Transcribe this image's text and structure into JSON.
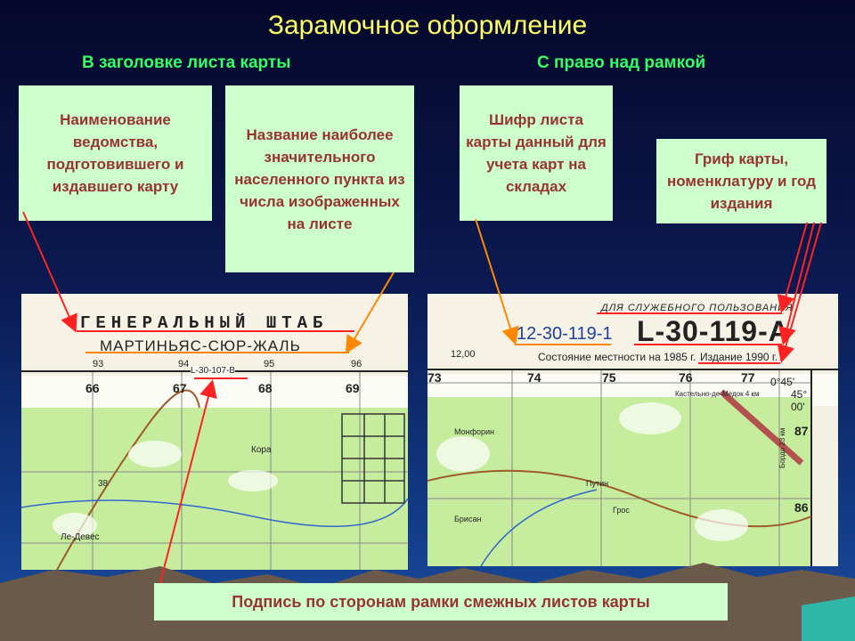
{
  "title": "Зарамочное оформление",
  "left_heading": "В заголовке листа карты",
  "right_heading": "С право над рамкой",
  "boxes": {
    "agency": "Наименование ведомства, подготовившего и издавшего карту",
    "settlement": "Название наиболее значительного населенного пункта из числа изображенных на листе",
    "cipher": "Шифр листа карты данный для учета карт на складах",
    "stamp": "Гриф карты, номенклатуру и год издания"
  },
  "left_map": {
    "agency_text": "ГЕНЕРАЛЬНЫЙ ШТАБ",
    "settlement_text": "МАРТИНЬЯС-СЮР-ЖАЛЬ",
    "adjacent_sheet": "L-30-107-B",
    "top_numbers": [
      "93",
      "94",
      "95",
      "96"
    ],
    "grid_numbers": [
      "66",
      "67",
      "68",
      "69"
    ],
    "place_labels": [
      "Кора",
      "Ле-Девес",
      "38"
    ]
  },
  "right_map": {
    "restriction": "ДЛЯ СЛУЖЕБНОГО ПОЛЬЗОВАНИЯ",
    "cipher_text": "12-30-119-1",
    "nomenclature": "L-30-119-А",
    "state_text": "Состояние местности на 1985 г.",
    "edition_text": "Издание 1990 г.",
    "top_numbers": [
      "12,00",
      "73",
      "74",
      "75",
      "76",
      "77"
    ],
    "coords": [
      "0°45'",
      "45°",
      "00'"
    ],
    "side_numbers": [
      "87",
      "86"
    ],
    "place_labels": [
      "Монфорин",
      "Путин",
      "Грос",
      "Кастельно-де-Медок 4 км",
      "Брисан",
      "Бордо 23 км"
    ]
  },
  "caption": "Подпись по сторонам рамки смежных листов карты",
  "colors": {
    "title": "#ffff66",
    "heading": "#33ff66",
    "box_bg": "#ccffcc",
    "box_text": "#993333",
    "arrow": "#ff2222",
    "arrow_orange": "#ff8800"
  }
}
